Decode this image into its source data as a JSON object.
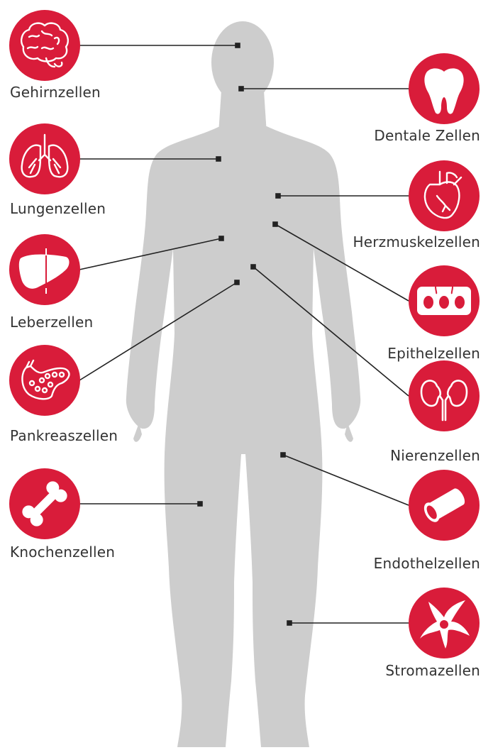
{
  "colors": {
    "icon_fill": "#d91c3a",
    "body_fill": "#cdcdcd",
    "connector": "#222222",
    "label_text": "#333333"
  },
  "cells": [
    {
      "id": "brain",
      "label": "Gehirnzellen",
      "icon": "brain-icon",
      "side": "left"
    },
    {
      "id": "lung",
      "label": "Lungenzellen",
      "icon": "lungs-icon",
      "side": "left"
    },
    {
      "id": "liver",
      "label": "Leberzellen",
      "icon": "liver-icon",
      "side": "left"
    },
    {
      "id": "pancreas",
      "label": "Pankreaszellen",
      "icon": "pancreas-icon",
      "side": "left"
    },
    {
      "id": "bone",
      "label": "Knochenzellen",
      "icon": "bone-icon",
      "side": "left"
    },
    {
      "id": "tooth",
      "label": "Dentale Zellen",
      "icon": "tooth-icon",
      "side": "right"
    },
    {
      "id": "heart",
      "label": "Herzmuskelzellen",
      "icon": "heart-icon",
      "side": "right"
    },
    {
      "id": "epithel",
      "label": "Epithelzellen",
      "icon": "epithelium-icon",
      "side": "right"
    },
    {
      "id": "kidney",
      "label": "Nierenzellen",
      "icon": "kidneys-icon",
      "side": "right"
    },
    {
      "id": "endothel",
      "label": "Endothelzellen",
      "icon": "vessel-icon",
      "side": "right"
    },
    {
      "id": "stroma",
      "label": "Stromazellen",
      "icon": "stromal-cell-icon",
      "side": "right"
    }
  ]
}
